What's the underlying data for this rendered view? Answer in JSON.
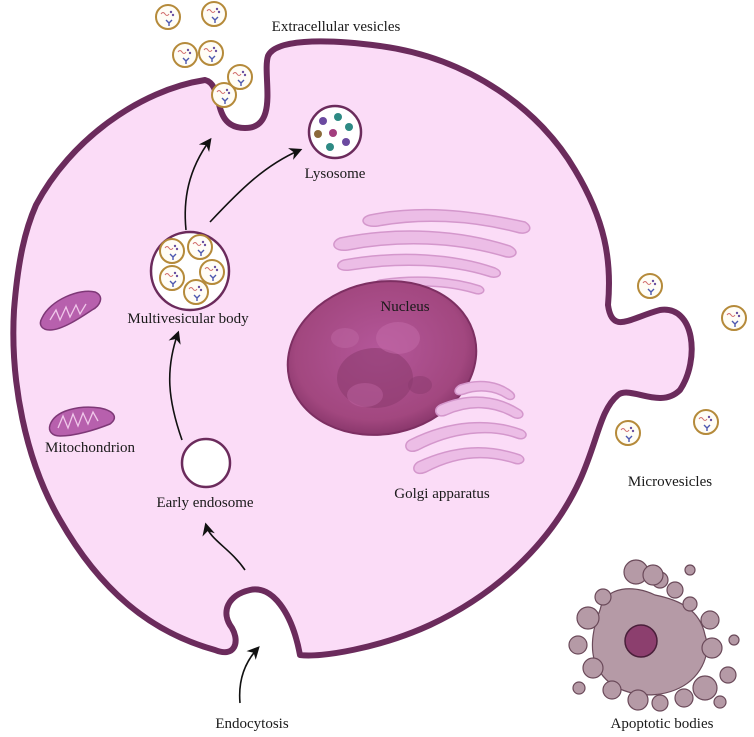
{
  "labels": {
    "extracellular_vesicles": "Extracellular vesicles",
    "lysosome": "Lysosome",
    "multivesicular_body": "Multivesicular body",
    "nucleus": "Nucleus",
    "mitochondrion": "Mitochondrion",
    "early_endosome": "Early endosome",
    "golgi_apparatus": "Golgi apparatus",
    "microvesicles": "Microvesicles",
    "endocytosis": "Endocytosis",
    "apoptotic_bodies": "Apoptotic bodies"
  },
  "colors": {
    "cytoplasm": "#fbdcf7",
    "membrane": "#6b2b5c",
    "nucleus": "#a2477f",
    "nucleus_dark": "#7d2f62",
    "golgi": "#ecbde6",
    "golgi_stroke": "#d497cc",
    "mitochondrion": "#b760ad",
    "vesicle_ring": "#b58a3a",
    "apoptotic": "#b59aa6",
    "apoptotic_core": "#8c3f6e"
  }
}
